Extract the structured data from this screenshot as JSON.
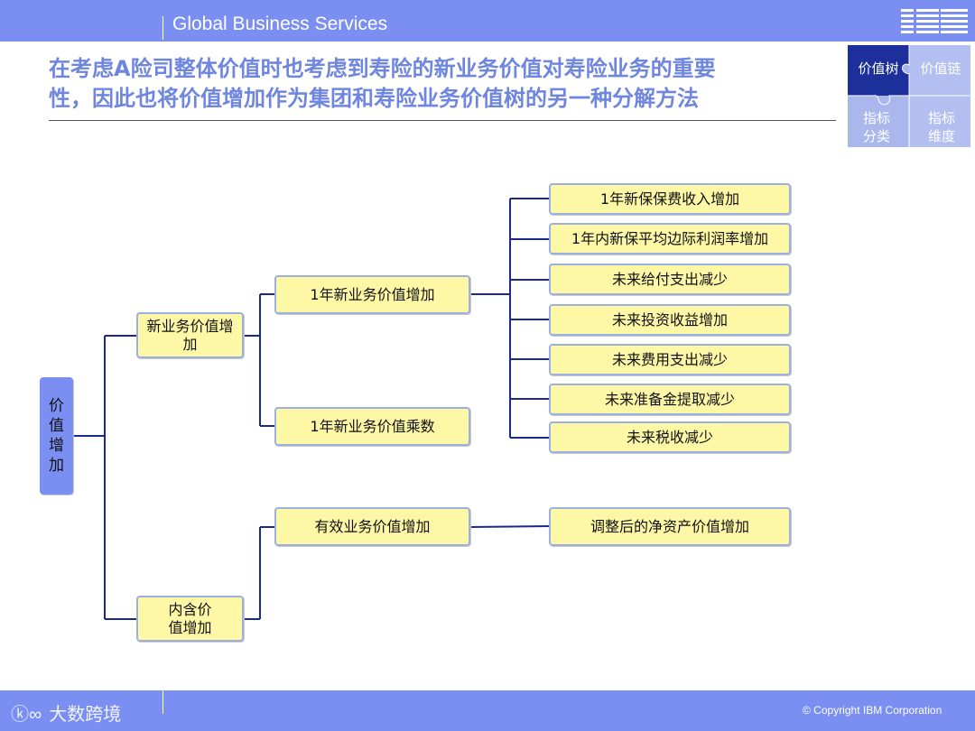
{
  "header": {
    "brand": "Global Business Services",
    "logo": "IBM"
  },
  "title": {
    "line1": "在考虑A险司整体价值时也考虑到寿险的新业务价值对寿险业务的重要",
    "line2": "性，因此也将价值增加作为集团和寿险业务价值树的另一种分解方法"
  },
  "puzzle": {
    "top_left": "价值树",
    "top_right": "价值链",
    "bottom_left": "指标分类",
    "bottom_right": "指标维度"
  },
  "tree": {
    "root": [
      "价",
      "值",
      "增",
      "加"
    ],
    "l1_new": "新业务价值增加",
    "l1_embedded": "内含价值增加",
    "l2_nb_value": "1年新业务价值增加",
    "l2_nb_multiplier": "1年新业务价值乘数",
    "l2_inforce": "有效业务价值增加",
    "l3_items": [
      "1年新保保费收入增加",
      "1年内新保平均边际利润率增加",
      "未来给付支出减少",
      "未来投资收益增加",
      "未来费用支出减少",
      "未来准备金提取减少",
      "未来税收减少"
    ],
    "l3_adjusted": "调整后的净资产价值增加"
  },
  "footer": {
    "watermark": "大数跨境",
    "copyright": "© Copyright IBM Corporation"
  },
  "colors": {
    "bar": "#7b8ff2",
    "title": "#6f86e0",
    "box_fill": "#fdf7a6",
    "box_border": "#9bb0e0",
    "connector": "#1a2a8c"
  }
}
